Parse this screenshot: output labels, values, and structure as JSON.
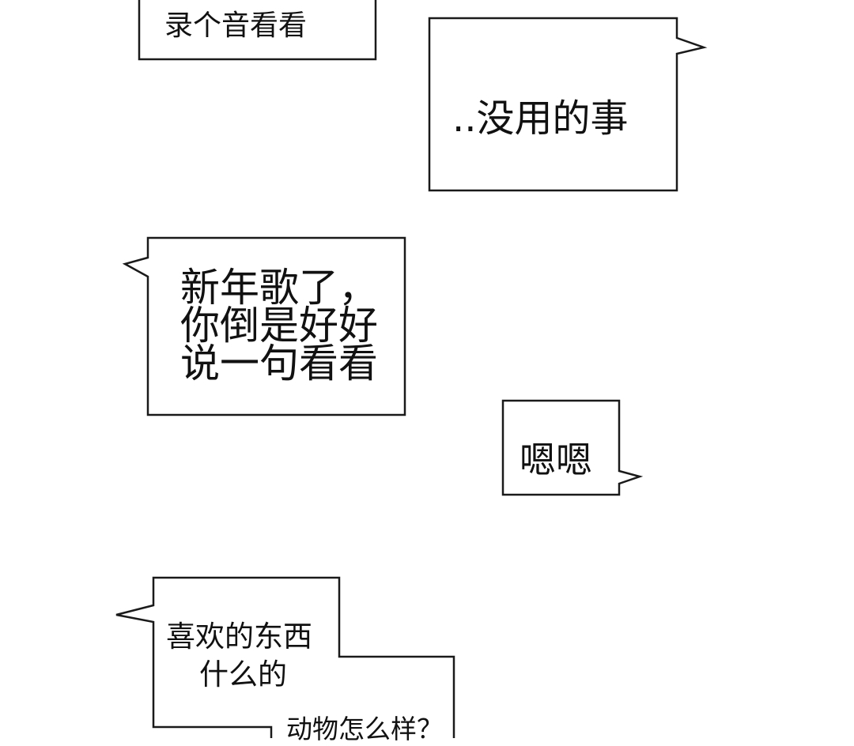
{
  "bubbles": {
    "b1": {
      "text": "录个音看看"
    },
    "b2": {
      "text": "..没用的事"
    },
    "b3": {
      "lines": [
        "新年歌了，",
        "你倒是好好",
        "说一句看看"
      ]
    },
    "b4": {
      "text": "嗯嗯"
    },
    "b5": {
      "lines": [
        "喜欢的东西",
        "什么的",
        "动物怎么样？"
      ]
    }
  },
  "colors": {
    "background": "#ffffff",
    "stroke": "#1a1a1a",
    "text": "#111111"
  }
}
